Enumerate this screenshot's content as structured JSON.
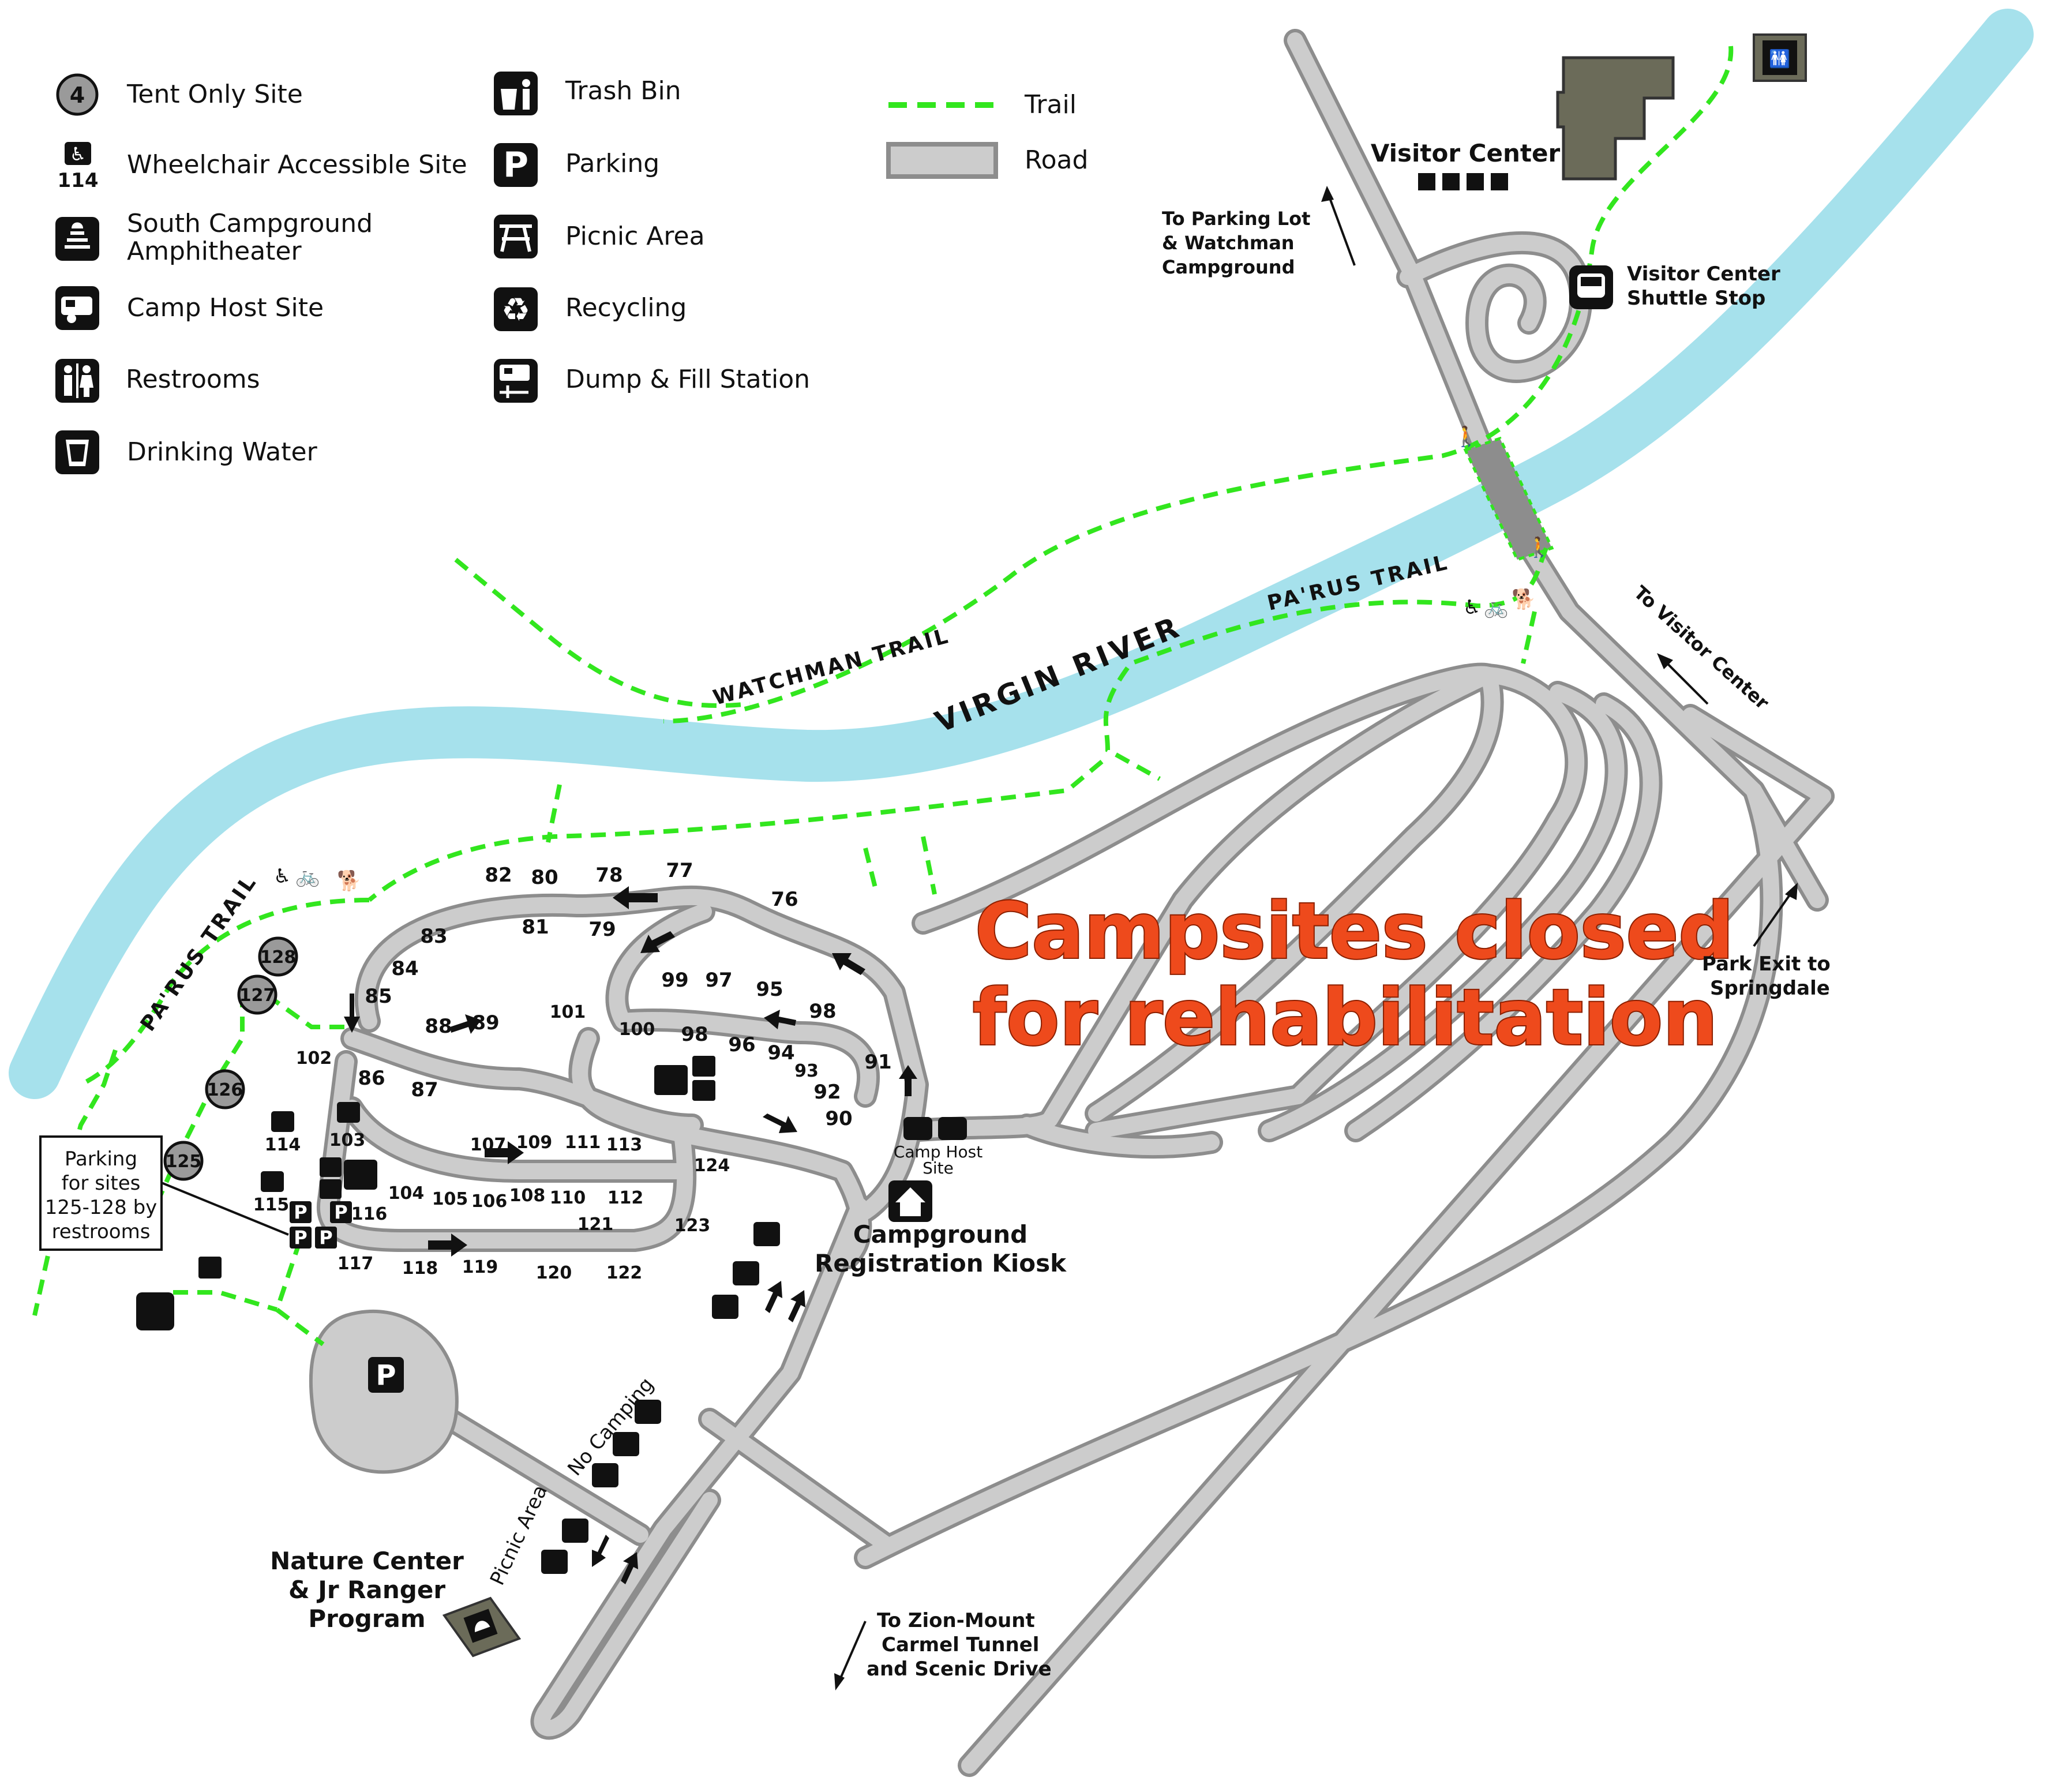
{
  "legend": {
    "items": [
      {
        "icon": "tent-only-site-icon",
        "icon_text": "4",
        "label": "Tent Only Site"
      },
      {
        "icon": "wheelchair-accessible-site-icon",
        "icon_text": "114",
        "label": "Wheelchair Accessible Site"
      },
      {
        "icon": "amphitheater-icon",
        "label_line1": "South Campground",
        "label_line2": "Amphitheater"
      },
      {
        "icon": "camp-host-site-icon",
        "label": "Camp Host Site"
      },
      {
        "icon": "restrooms-icon",
        "label": "Restrooms"
      },
      {
        "icon": "drinking-water-icon",
        "label": "Drinking Water"
      },
      {
        "icon": "trash-bin-icon",
        "label": "Trash Bin"
      },
      {
        "icon": "parking-icon",
        "icon_text": "P",
        "label": "Parking"
      },
      {
        "icon": "picnic-area-icon",
        "label": "Picnic Area"
      },
      {
        "icon": "recycling-icon",
        "label": "Recycling"
      },
      {
        "icon": "dump-fill-station-icon",
        "label": "Dump & Fill Station"
      },
      {
        "icon": "trail-line-icon",
        "label": "Trail"
      },
      {
        "icon": "road-swatch-icon",
        "label": "Road"
      }
    ]
  },
  "colors": {
    "river": "#a6e1ec",
    "road_fill": "#cccccc",
    "road_edge": "#8d8d8d",
    "trail": "#32e61e",
    "building": "#6b6b59",
    "closed_text": "#ee4a1c",
    "tent_circle": "#9a9a9a"
  },
  "labels": {
    "river": "VIRGIN RIVER",
    "watchman_trail": "WATCHMAN TRAIL",
    "parus_trail_east": "PA'RUS TRAIL",
    "parus_trail_west": "PA'RUS TRAIL",
    "closed_line1": "Campsites closed",
    "closed_line2": "for rehabilitation",
    "visitor_center": "Visitor Center",
    "to_parking_line1": "To Parking Lot",
    "to_parking_line2": "& Watchman",
    "to_parking_line3": "Campground",
    "shuttle_line1": "Visitor Center",
    "shuttle_line2": "Shuttle Stop",
    "to_visitor_center": "To Visitor Center",
    "park_exit_line1": "Park Exit to",
    "park_exit_line2": "Springdale",
    "camp_host_line1": "Camp Host",
    "camp_host_line2": "Site",
    "kiosk_line1": "Campground",
    "kiosk_line2": "Registration Kiosk",
    "parking_note_line1": "Parking",
    "parking_note_line2": "for sites",
    "parking_note_line3": "125-128 by",
    "parking_note_line4": "restrooms",
    "no_camping": "No Camping",
    "picnic_area": "Picnic Area",
    "nature_line1": "Nature Center",
    "nature_line2": "& Jr Ranger",
    "nature_line3": "Program",
    "tunnel_line1": "To Zion-Mount",
    "tunnel_line2": "Carmel Tunnel",
    "tunnel_line3": "and Scenic Drive"
  },
  "sites": [
    "82",
    "80",
    "78",
    "77",
    "76",
    "83",
    "81",
    "79",
    "84",
    "85",
    "99",
    "97",
    "95",
    "98",
    "88",
    "89",
    "101",
    "100",
    "98",
    "96",
    "94",
    "93",
    "91",
    "102",
    "86",
    "87",
    "92",
    "90",
    "103",
    "107",
    "109",
    "111",
    "113",
    "124",
    "114",
    "104",
    "105",
    "106",
    "108",
    "110",
    "112",
    "115",
    "116",
    "121",
    "123",
    "117",
    "118",
    "119",
    "120",
    "122"
  ],
  "tent_sites": [
    "128",
    "127",
    "126",
    "125"
  ],
  "wheelchair_sites": [
    "114",
    "115",
    "103"
  ]
}
